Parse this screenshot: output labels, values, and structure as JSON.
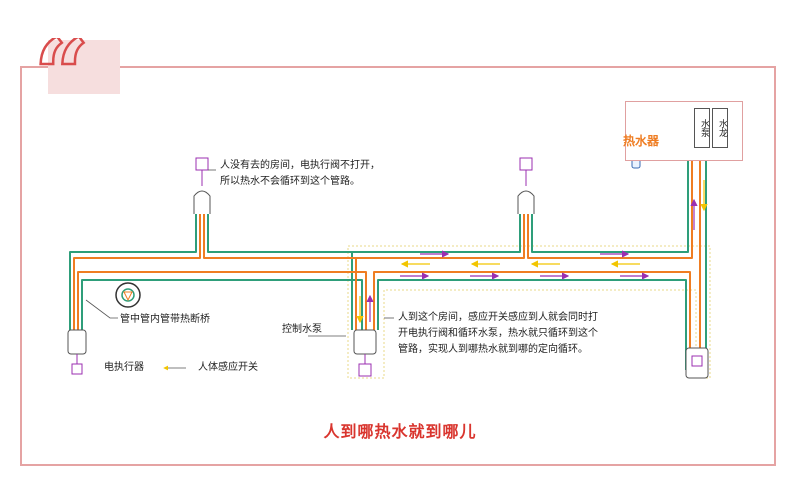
{
  "title": "人到哪热水就到哪儿",
  "labels": {
    "note_top_line1": "人没有去的房间，电执行阀不打开，",
    "note_top_line2": "所以热水不会循环到这个管路。",
    "note_right_line1": "人到这个房间，感应开关感应到人就会同时打",
    "note_right_line2": "开电执行阀和循环水泵，热水就只循环到这个",
    "note_right_line3": "管路，实现人到哪热水就到哪的定向循环。",
    "pipe_bridge": "管中管内管带热断桥",
    "control_pump": "控制水泵",
    "actuator": "电执行器",
    "sensor_switch": "人体感应开关",
    "water_heater": "热水器",
    "water_pump": "水泵",
    "faucet": "水龙"
  },
  "colors": {
    "frame": "#e5a3a3",
    "quote": "#d94c4c",
    "title": "#d9352e",
    "heater_label": "#ef7d22",
    "hot_pipe": "#ef7d22",
    "return_pipe": "#2e9e7a",
    "arrow_yellow": "#f2c500",
    "arrow_purple": "#9b2fb0"
  }
}
